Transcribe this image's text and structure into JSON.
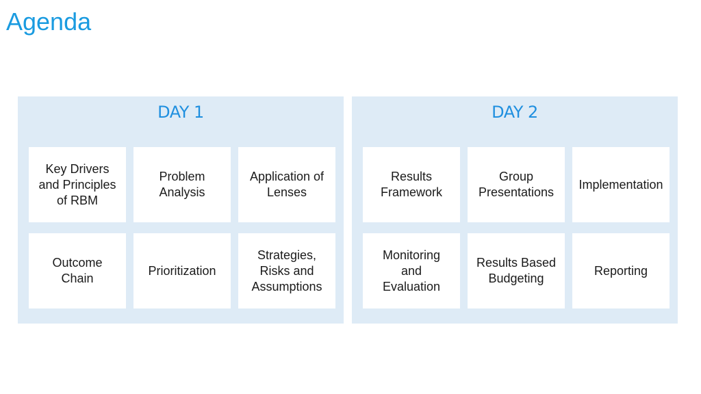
{
  "title": "Agenda",
  "days": [
    {
      "heading": "DAY 1",
      "items": [
        "Key Drivers\nand Principles\nof RBM",
        "Problem\nAnalysis",
        "Application of\nLenses",
        "Outcome\nChain",
        "Prioritization",
        "Strategies,\nRisks and\nAssumptions"
      ]
    },
    {
      "heading": "DAY 2",
      "items": [
        "Results\nFramework",
        "Group\nPresentations",
        "Implementation",
        "Monitoring\nand\nEvaluation",
        "Results Based\nBudgeting",
        "Reporting"
      ]
    }
  ]
}
